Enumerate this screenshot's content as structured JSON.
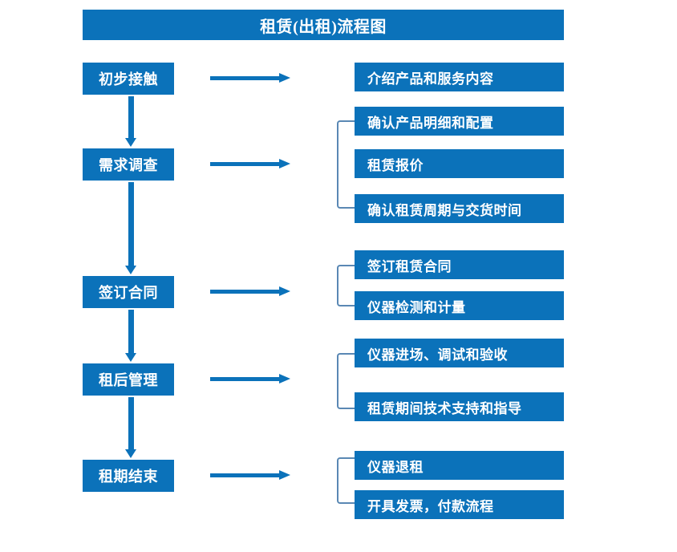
{
  "title": "租赁(出租)流程图",
  "theme": {
    "box_fill": "#0b72ba",
    "box_text": "#ffffff",
    "arrow": "#0b72ba",
    "bracket": "#5a88b4",
    "background": "#ffffff"
  },
  "flow": {
    "stages": [
      {
        "label": "初步接触"
      },
      {
        "label": "需求调查"
      },
      {
        "label": "签订合同"
      },
      {
        "label": "租后管理"
      },
      {
        "label": "租期结束"
      }
    ],
    "details": [
      {
        "label": "介绍产品和服务内容"
      },
      {
        "label": "确认产品明细和配置"
      },
      {
        "label": "租赁报价"
      },
      {
        "label": "确认租赁周期与交货时间"
      },
      {
        "label": "签订租赁合同"
      },
      {
        "label": "仪器检测和计量"
      },
      {
        "label": "仪器进场、调试和验收"
      },
      {
        "label": "租赁期间技术支持和指导"
      },
      {
        "label": "仪器退租"
      },
      {
        "label": "开具发票，付款流程"
      }
    ],
    "connectors": {
      "horizontal_arrow": "right-arrow-icon",
      "vertical_arrow": "down-arrow-icon",
      "group_bracket": "bracket-icon"
    }
  }
}
